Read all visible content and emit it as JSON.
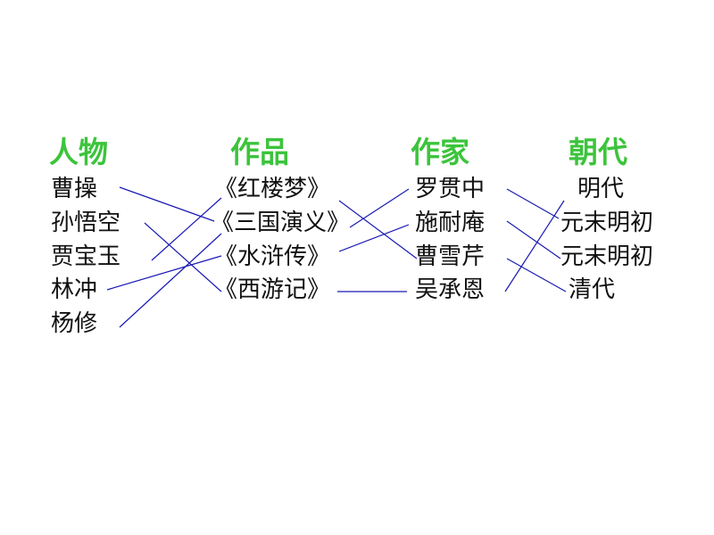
{
  "headers": {
    "people": "人物",
    "works": "作品",
    "authors": "作家",
    "dynasties": "朝代"
  },
  "people": [
    "曹操",
    "孙悟空",
    "贾宝玉",
    "林冲",
    "杨修"
  ],
  "works": [
    "《红楼梦》",
    "《三国演义》",
    "《水浒传》",
    "《西游记》"
  ],
  "authors": [
    "罗贯中",
    "施耐庵",
    "曹雪芹",
    "吴承恩"
  ],
  "dynasties": [
    "明代",
    "元末明初",
    "元末明初",
    "清代"
  ],
  "line_color": "#1a1ab4",
  "header_color": "#3cc43c"
}
